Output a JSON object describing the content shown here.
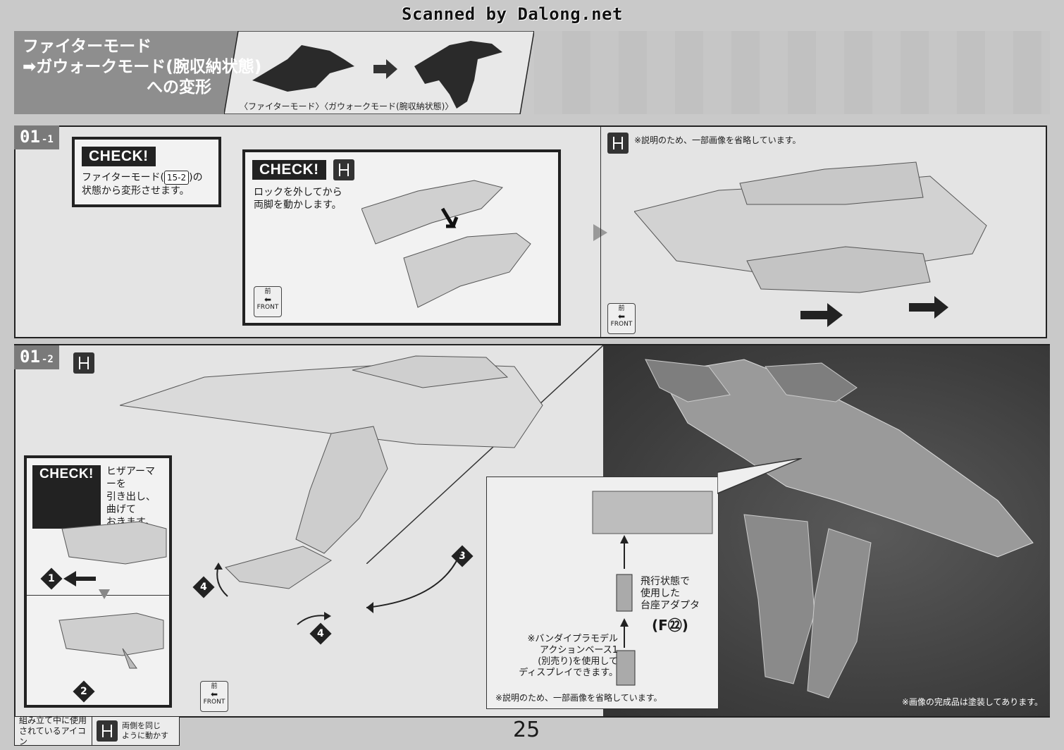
{
  "watermark": "Scanned by Dalong.net",
  "header": {
    "title_line1": "ファイターモード",
    "title_line2": "ガウォークモード(腕収納状態)",
    "title_line3": "への変形",
    "caption_left": "〈ファイターモード〉",
    "caption_right": "〈ガウォークモード(腕収納状態)〉"
  },
  "step1": {
    "label": "01",
    "sub": "-1",
    "check1_tag": "CHECK!",
    "check1_line1_pre": "ファイターモード(",
    "check1_ref": "15-2",
    "check1_line1_post": ")の",
    "check1_line2": "状態から変形させます。",
    "check2_tag": "CHECK!",
    "check2_line1": "ロックを外してから",
    "check2_line2": "両脚を動かします。",
    "note": "※説明のため、一部画像を省略しています。"
  },
  "step2": {
    "label": "01",
    "sub": "-2",
    "check_tag": "CHECK!",
    "check_line1": "ヒザアーマーを",
    "check_line2": "引き出し、曲げて",
    "check_line3": "おきます。",
    "callout_line1": "飛行状態で",
    "callout_line2": "使用した",
    "callout_line3": "台座アダプタ",
    "callout_part": "(F㉒)",
    "base_line1": "※バンダイプラモデル",
    "base_line2": "アクションベース1",
    "base_line3": "(別売り)を使用して",
    "base_line4": "ディスプレイできます。",
    "callout_note": "※説明のため、一部画像を省略しています。",
    "photo_note": "※画像の完成品は塗装してあります。",
    "steps": [
      "1",
      "2",
      "3",
      "4",
      "4"
    ]
  },
  "front_badge": {
    "kanji": "前",
    "text": "FRONT"
  },
  "footer": {
    "legend_label_line1": "組み立て中に使用",
    "legend_label_line2": "されているアイコン",
    "legend_desc_line1": "両側を同じ",
    "legend_desc_line2": "ように動かす",
    "page_number": "25"
  }
}
